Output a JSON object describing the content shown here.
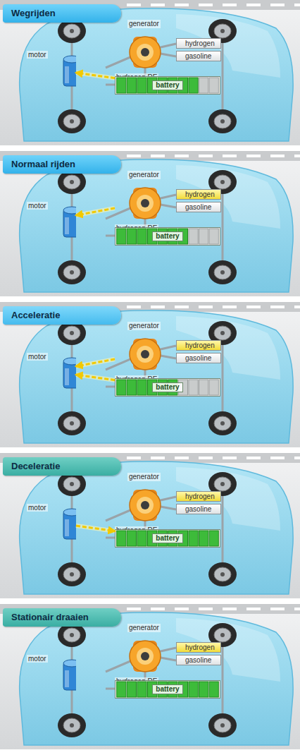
{
  "diagram": {
    "nodes": [
      {
        "text": [
          "Wegrijden"
        ]
      },
      {
        "text": [
          "generator",
          "hydrogen RE"
        ]
      },
      {
        "text": [
          "hydrogen"
        ]
      },
      {
        "text": [
          "gasoline"
        ]
      },
      {
        "text": [
          "motor"
        ]
      },
      {
        "text": [
          "battery"
        ]
      },
      {
        "text": [
          "Normaal rijden"
        ]
      },
      {
        "text": [
          "generator",
          "hydrogen RE"
        ]
      },
      {
        "text": [
          "hydrogen"
        ]
      },
      {
        "text": [
          "gasoline"
        ]
      },
      {
        "text": [
          "motor"
        ]
      },
      {
        "text": [
          "battery"
        ]
      },
      {
        "text": [
          "Acceleratie"
        ]
      },
      {
        "text": [
          "generator",
          "hydrogen RE"
        ]
      },
      {
        "text": [
          "hydrogen"
        ]
      },
      {
        "text": [
          "gasoline"
        ]
      },
      {
        "text": [
          "motor"
        ]
      },
      {
        "text": [
          "battery"
        ]
      },
      {
        "text": [
          "Deceleratie"
        ]
      },
      {
        "text": [
          "generator",
          "hydrogen RE"
        ]
      },
      {
        "text": [
          "hydrogen"
        ]
      },
      {
        "text": [
          "gasoline"
        ]
      },
      {
        "text": [
          "motor"
        ]
      },
      {
        "text": [
          "battery"
        ]
      },
      {
        "text": [
          "Stationair draaien"
        ]
      },
      {
        "text": [
          "generator",
          "hydrogen RE"
        ]
      },
      {
        "text": [
          "hydrogen"
        ]
      },
      {
        "text": [
          "gasoline"
        ]
      },
      {
        "text": [
          "motor"
        ]
      },
      {
        "text": [
          "battery"
        ]
      }
    ],
    "edges": [
      {
        "from": 5,
        "to": 4,
        "arrow": "to"
      },
      {
        "from": 7,
        "to": 10,
        "arrow": "to"
      },
      {
        "from": 13,
        "to": 16,
        "arrow": "to"
      },
      {
        "from": 17,
        "to": 16,
        "arrow": "to"
      },
      {
        "from": 22,
        "to": 23,
        "arrow": "to"
      }
    ]
  }
}
